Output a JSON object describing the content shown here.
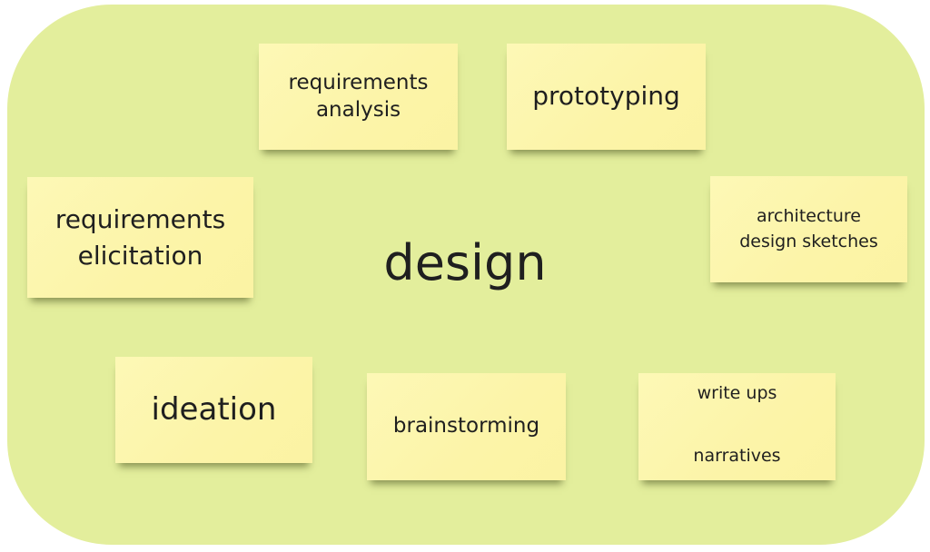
{
  "center_label": "design",
  "notes": [
    {
      "lines": [
        "requirements",
        "analysis"
      ]
    },
    {
      "lines": [
        "prototyping"
      ]
    },
    {
      "lines": [
        "requirements",
        "elicitation"
      ]
    },
    {
      "lines": [
        "architecture",
        "design sketches"
      ]
    },
    {
      "lines": [
        "ideation"
      ]
    },
    {
      "lines": [
        "brainstorming"
      ]
    },
    {
      "lines": [
        "write ups",
        "narratives"
      ]
    }
  ],
  "colors": {
    "board": "#e3ee9c",
    "note": "#fcf5aa",
    "text": "#1f1f1f"
  }
}
